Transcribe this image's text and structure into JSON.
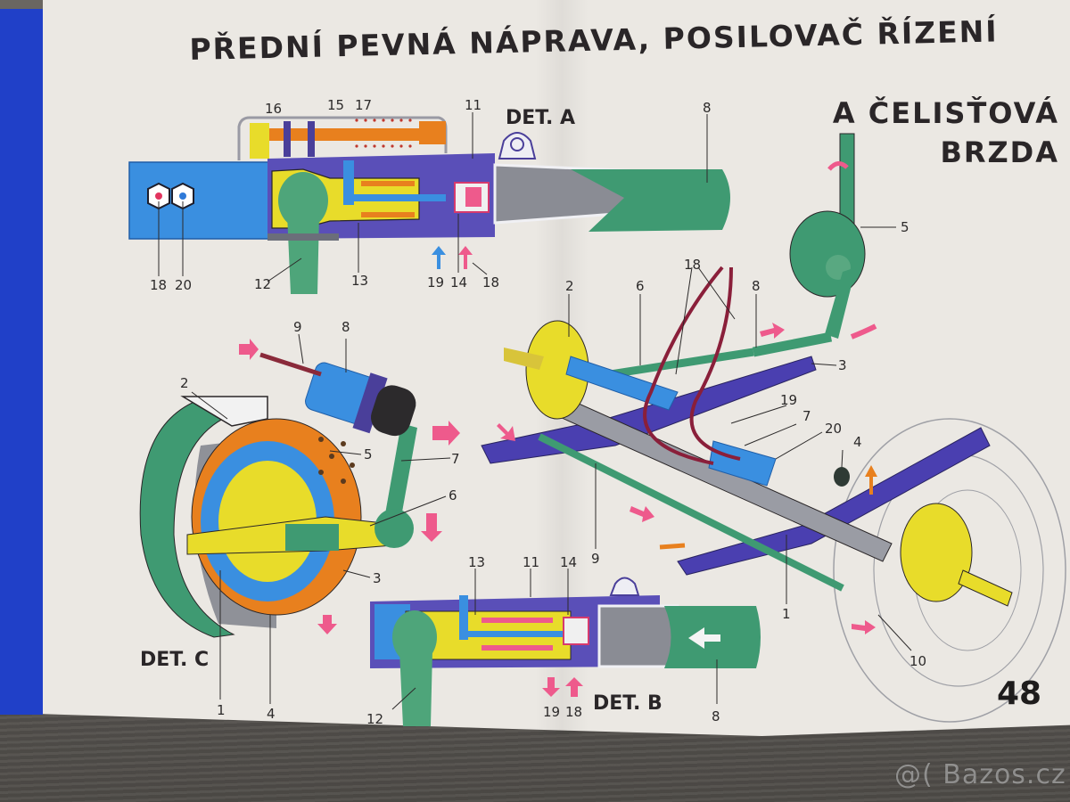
{
  "page": {
    "title_line1": "PŘEDNÍ PEVNÁ NÁPRAVA, POSILOVAČ ŘÍZENÍ",
    "title_line2": "A ČELISŤOVÁ",
    "title_line3": "BRZDA",
    "page_number": "48",
    "colors": {
      "paper": "#ebe8e3",
      "edge_strip": "#2040c8",
      "steering_blue": "#3a8fe0",
      "housing_purple": "#5a4fb8",
      "valve_yellow": "#e8dc2a",
      "rod_orange": "#e8801e",
      "axle_green": "#3f9a72",
      "arrow_pink": "#ee5a8c",
      "text_dark": "#2a2628"
    }
  },
  "details": {
    "det_a": {
      "label": "DET. A",
      "callouts": [
        "16",
        "15",
        "17",
        "11",
        "8",
        "18",
        "20",
        "12",
        "13",
        "19",
        "14",
        "18"
      ]
    },
    "det_b": {
      "label": "DET. B",
      "callouts": [
        "13",
        "11",
        "14",
        "12",
        "19",
        "18",
        "8"
      ]
    },
    "det_c": {
      "label": "DET. C",
      "callouts": [
        "9",
        "8",
        "2",
        "5",
        "7",
        "6",
        "3",
        "1",
        "4"
      ]
    },
    "main_assembly": {
      "callouts": [
        "5",
        "18",
        "2",
        "6",
        "8",
        "3",
        "19",
        "7",
        "20",
        "4",
        "9",
        "1",
        "10"
      ]
    }
  },
  "watermark": "@( Bazos.cz"
}
